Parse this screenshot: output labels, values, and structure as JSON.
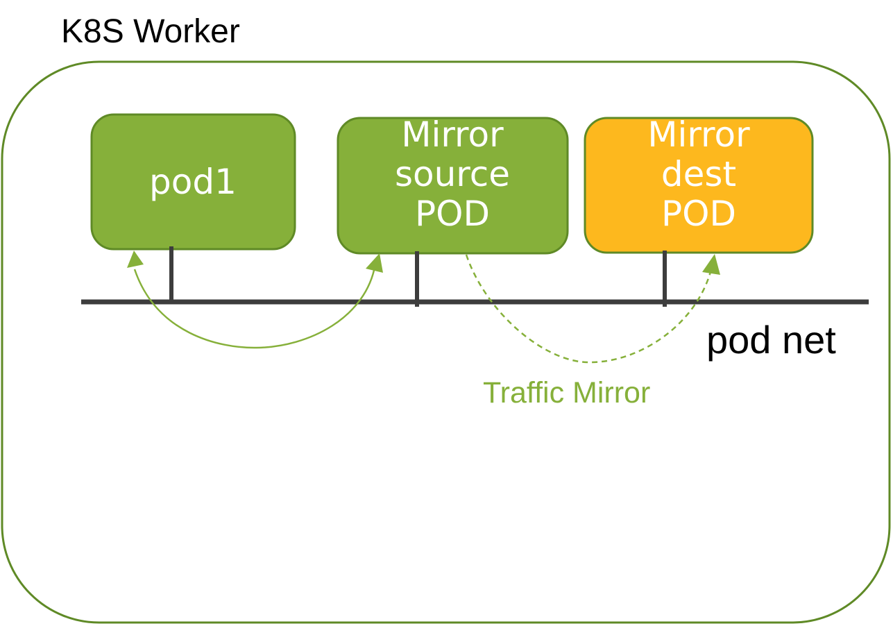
{
  "worker": {
    "title": "K8S Worker"
  },
  "pods": [
    {
      "id": "pod1",
      "lines": [
        "pod1"
      ]
    },
    {
      "id": "mirror-source",
      "lines": [
        "Mirror",
        "source",
        "POD"
      ]
    },
    {
      "id": "mirror-dest",
      "lines": [
        "Mirror",
        "dest",
        "POD"
      ]
    }
  ],
  "network": {
    "label": "pod net"
  },
  "traffic_mirror": {
    "label": "Traffic Mirror"
  },
  "colors": {
    "pod_green": "#86b03a",
    "pod_green_border": "#5f8a26",
    "pod_orange": "#fdb81e",
    "worker_border": "#5f8a26",
    "network_line": "#3d3d3d",
    "text_dark": "#000000",
    "text_light": "#ffffff"
  }
}
